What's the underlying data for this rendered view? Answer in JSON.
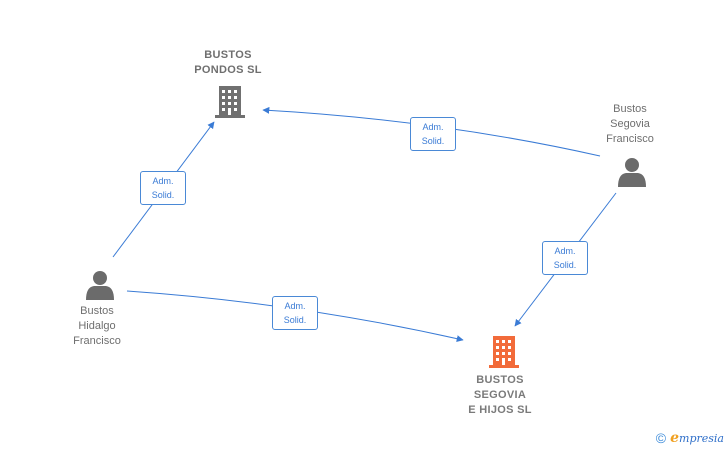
{
  "nodes": {
    "bustos_pondos": {
      "label": "BUSTOS\nPONDOS SL",
      "type": "company"
    },
    "bustos_segovia_hijos": {
      "label": "BUSTOS\nSEGOVIA\nE HIJOS SL",
      "type": "company",
      "highlighted": true
    },
    "bustos_segovia_francisco": {
      "label": "Bustos\nSegovia\nFrancisco",
      "type": "person"
    },
    "bustos_hidalgo_francisco": {
      "label": "Bustos\nHidalgo\nFrancisco",
      "type": "person"
    }
  },
  "edges": [
    {
      "from": "bustos_hidalgo_francisco",
      "to": "bustos_pondos",
      "label": "Adm.\nSolid."
    },
    {
      "from": "bustos_segovia_francisco",
      "to": "bustos_pondos",
      "label": "Adm.\nSolid."
    },
    {
      "from": "bustos_segovia_francisco",
      "to": "bustos_segovia_hijos",
      "label": "Adm.\nSolid."
    },
    {
      "from": "bustos_hidalgo_francisco",
      "to": "bustos_segovia_hijos",
      "label": "Adm.\nSolid."
    }
  ],
  "colors": {
    "edge": "#3a7bd5",
    "company_icon": "#707070",
    "company_icon_highlight": "#f26b3a",
    "person_icon": "#6b6b6b"
  },
  "footer": {
    "copyright": "©",
    "brand_initial": "e",
    "brand_rest": "mpresia"
  }
}
